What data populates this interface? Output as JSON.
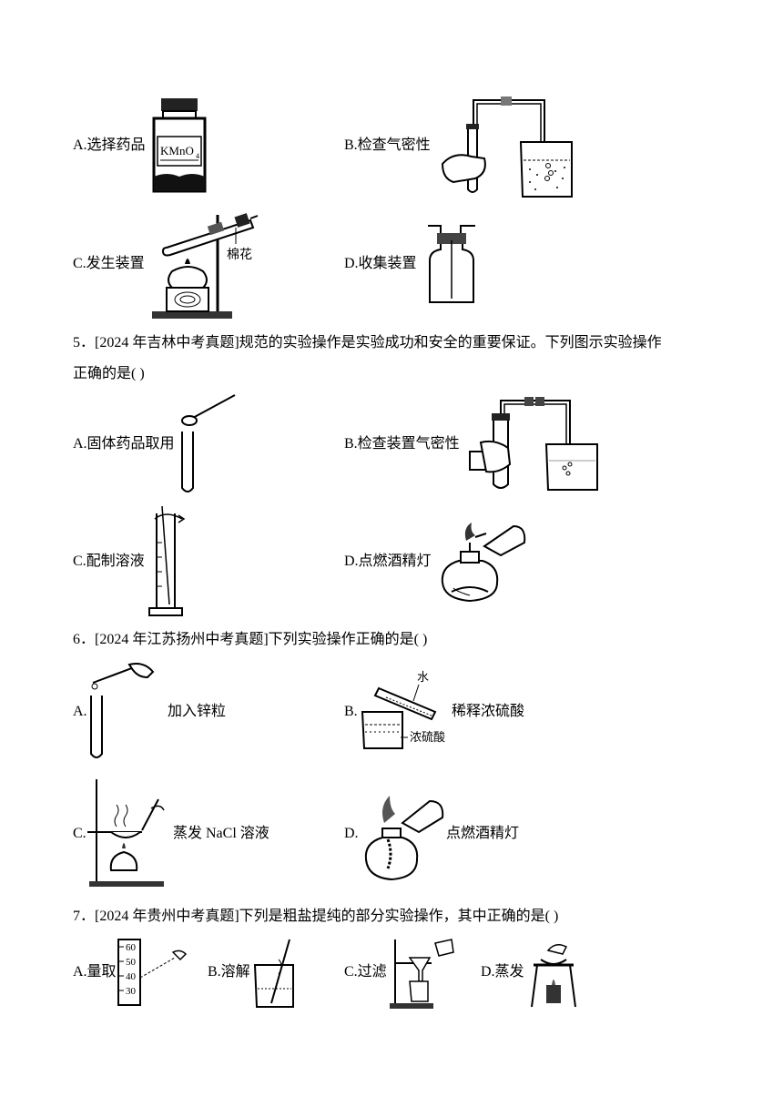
{
  "q4": {
    "options": {
      "a": "A.选择药品",
      "b": "B.检查气密性",
      "c": "C.发生装置",
      "d": "D.收集装置"
    },
    "figure_text": {
      "bottle_label": "KMnO",
      "bottle_sub": "4",
      "cotton": "棉花"
    }
  },
  "q5": {
    "stem_line1": "5．[2024 年吉林中考真题]规范的实验操作是实验成功和安全的重要保证。下列图示实验操作",
    "stem_line2": "正确的是(   )",
    "options": {
      "a": "A.固体药品取用",
      "b": "B.检查装置气密性",
      "c": "C.配制溶液",
      "d": "D.点燃酒精灯"
    }
  },
  "q6": {
    "stem": "6．[2024 年江苏扬州中考真题]下列实验操作正确的是(   )",
    "options": {
      "a_letter": "A.",
      "a_text": "加入锌粒",
      "b_letter": "B.",
      "b_text": "稀释浓硫酸",
      "c_letter": "C.",
      "c_text": "蒸发 NaCl 溶液",
      "d_letter": "D.",
      "d_text": "点燃酒精灯"
    },
    "figure_text": {
      "water": "水",
      "acid": "浓硫酸"
    }
  },
  "q7": {
    "stem": "7．[2024 年贵州中考真题]下列是粗盐提纯的部分实验操作，其中正确的是(   )",
    "options": {
      "a": "A.量取",
      "b": "B.溶解",
      "c": "C.过滤",
      "d": "D.蒸发"
    },
    "figure_text": {
      "ticks": [
        "60",
        "50",
        "40",
        "30"
      ]
    }
  }
}
